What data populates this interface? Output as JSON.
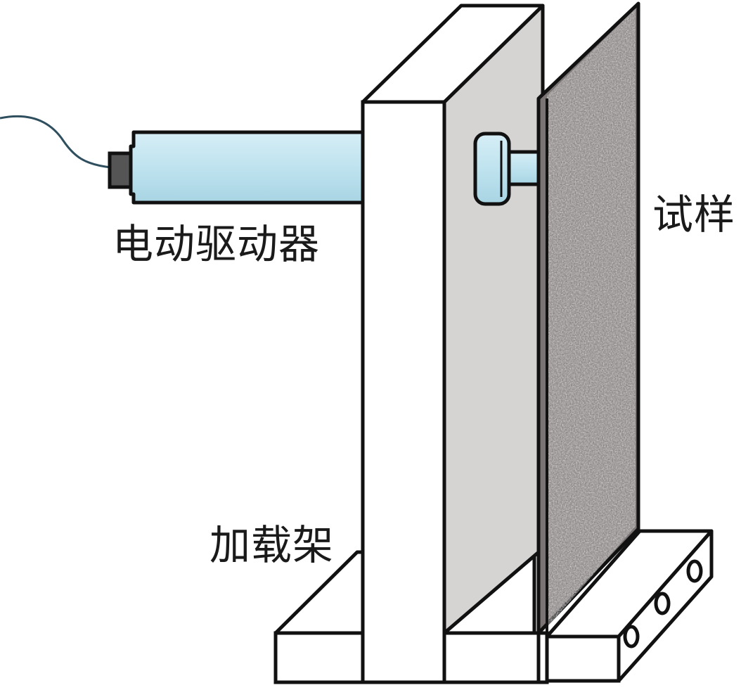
{
  "labels": {
    "actuator": "电动驱动器",
    "specimen": "试样",
    "loading_frame": "加载架"
  },
  "colors": {
    "outline": "#111111",
    "actuator_body": "#bfe3ef",
    "actuator_cap": "#555555",
    "frame_face": "#ffffff",
    "frame_side": "#d6d3d3",
    "specimen_base": "#7a7474",
    "cable": "#2f4f5f"
  },
  "icons": {
    "actuator": "electric-actuator-icon",
    "specimen": "granite-specimen-icon",
    "frame": "loading-frame-icon"
  }
}
